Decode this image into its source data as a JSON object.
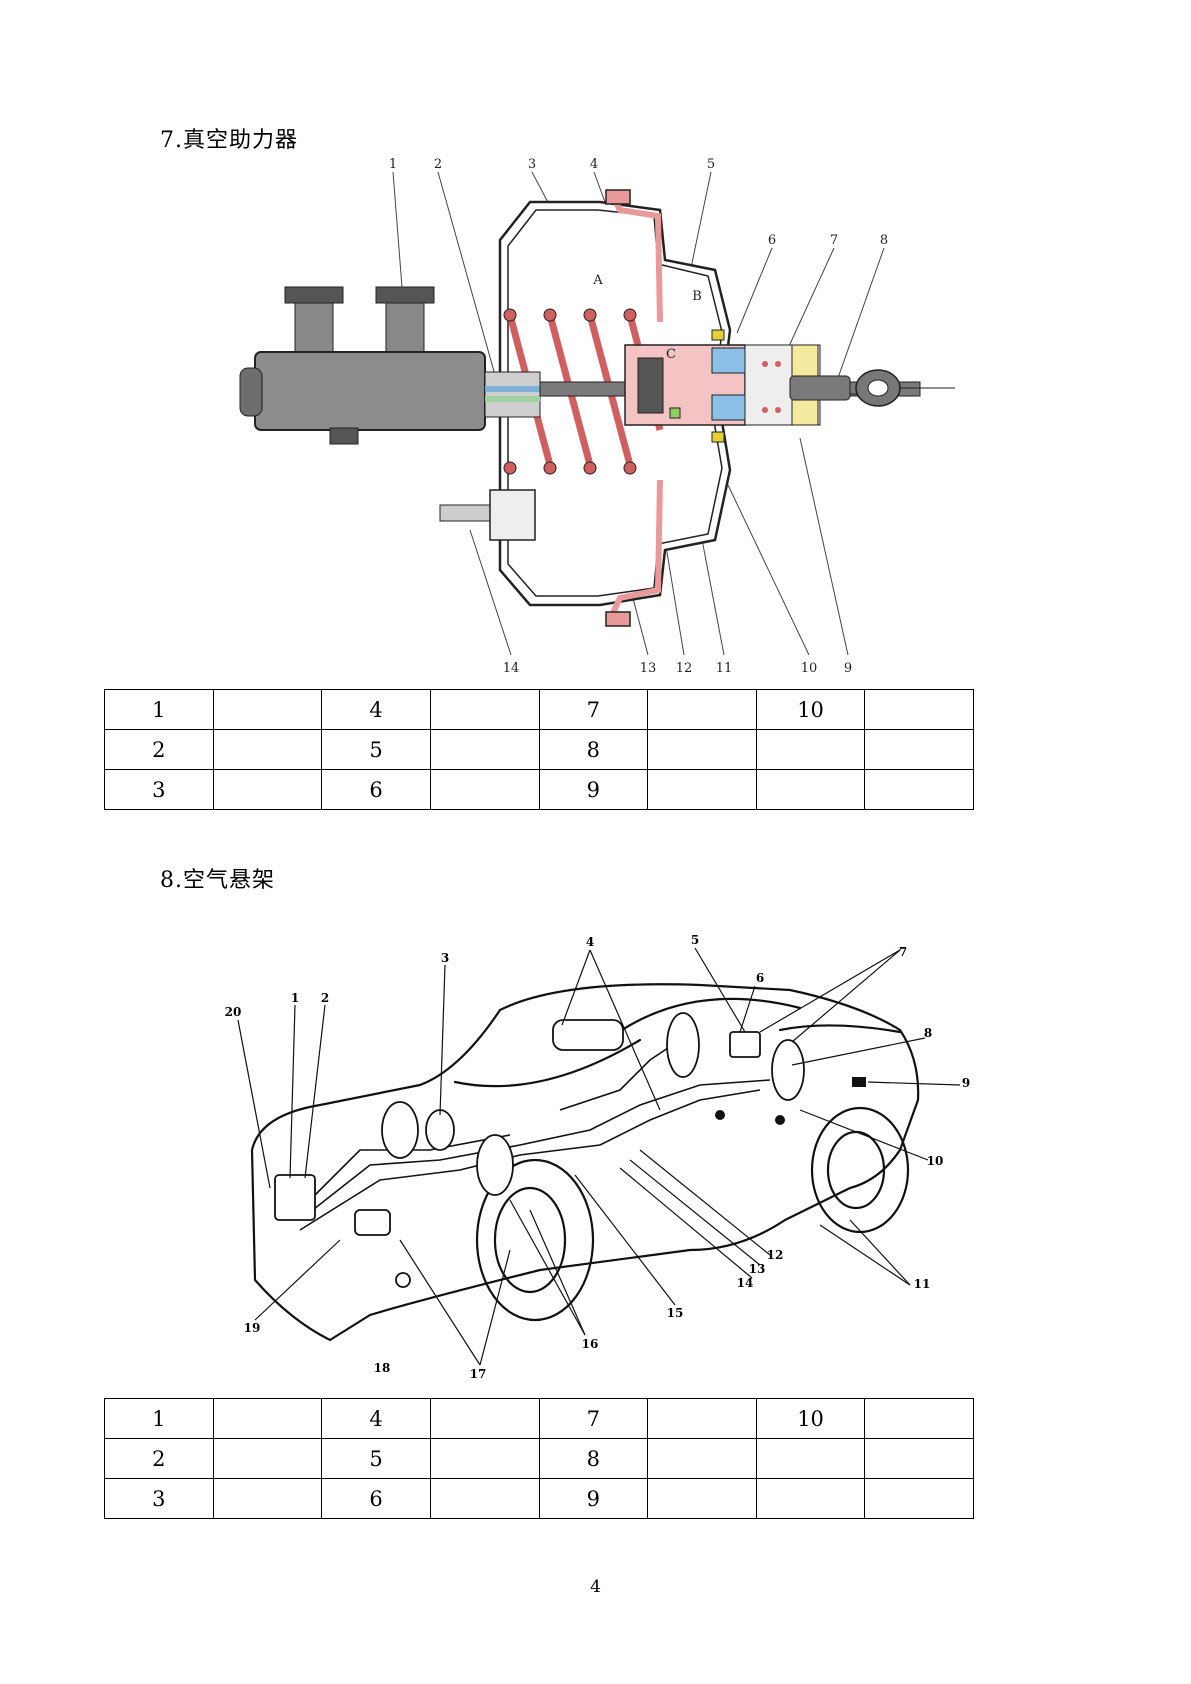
{
  "sections": [
    {
      "title": "7.真空助力器",
      "figure": {
        "callouts": [
          "1",
          "2",
          "3",
          "4",
          "5",
          "6",
          "7",
          "8",
          "9",
          "10",
          "11",
          "12",
          "13",
          "14"
        ],
        "chambers": [
          "A",
          "B",
          "C"
        ]
      },
      "table": {
        "rows": [
          [
            "1",
            "",
            "4",
            "",
            "7",
            "",
            "10",
            ""
          ],
          [
            "2",
            "",
            "5",
            "",
            "8",
            "",
            "",
            ""
          ],
          [
            "3",
            "",
            "6",
            "",
            "9",
            "",
            "",
            ""
          ]
        ]
      }
    },
    {
      "title": "8.空气悬架",
      "figure": {
        "callouts": [
          "1",
          "2",
          "3",
          "4",
          "5",
          "6",
          "7",
          "8",
          "9",
          "10",
          "11",
          "12",
          "13",
          "14",
          "15",
          "16",
          "17",
          "18",
          "19",
          "20"
        ]
      },
      "table": {
        "rows": [
          [
            "1",
            "",
            "4",
            "",
            "7",
            "",
            "10",
            ""
          ],
          [
            "2",
            "",
            "5",
            "",
            "8",
            "",
            "",
            ""
          ],
          [
            "3",
            "",
            "6",
            "",
            "9",
            "",
            "",
            ""
          ]
        ]
      }
    }
  ],
  "page_number": "4"
}
